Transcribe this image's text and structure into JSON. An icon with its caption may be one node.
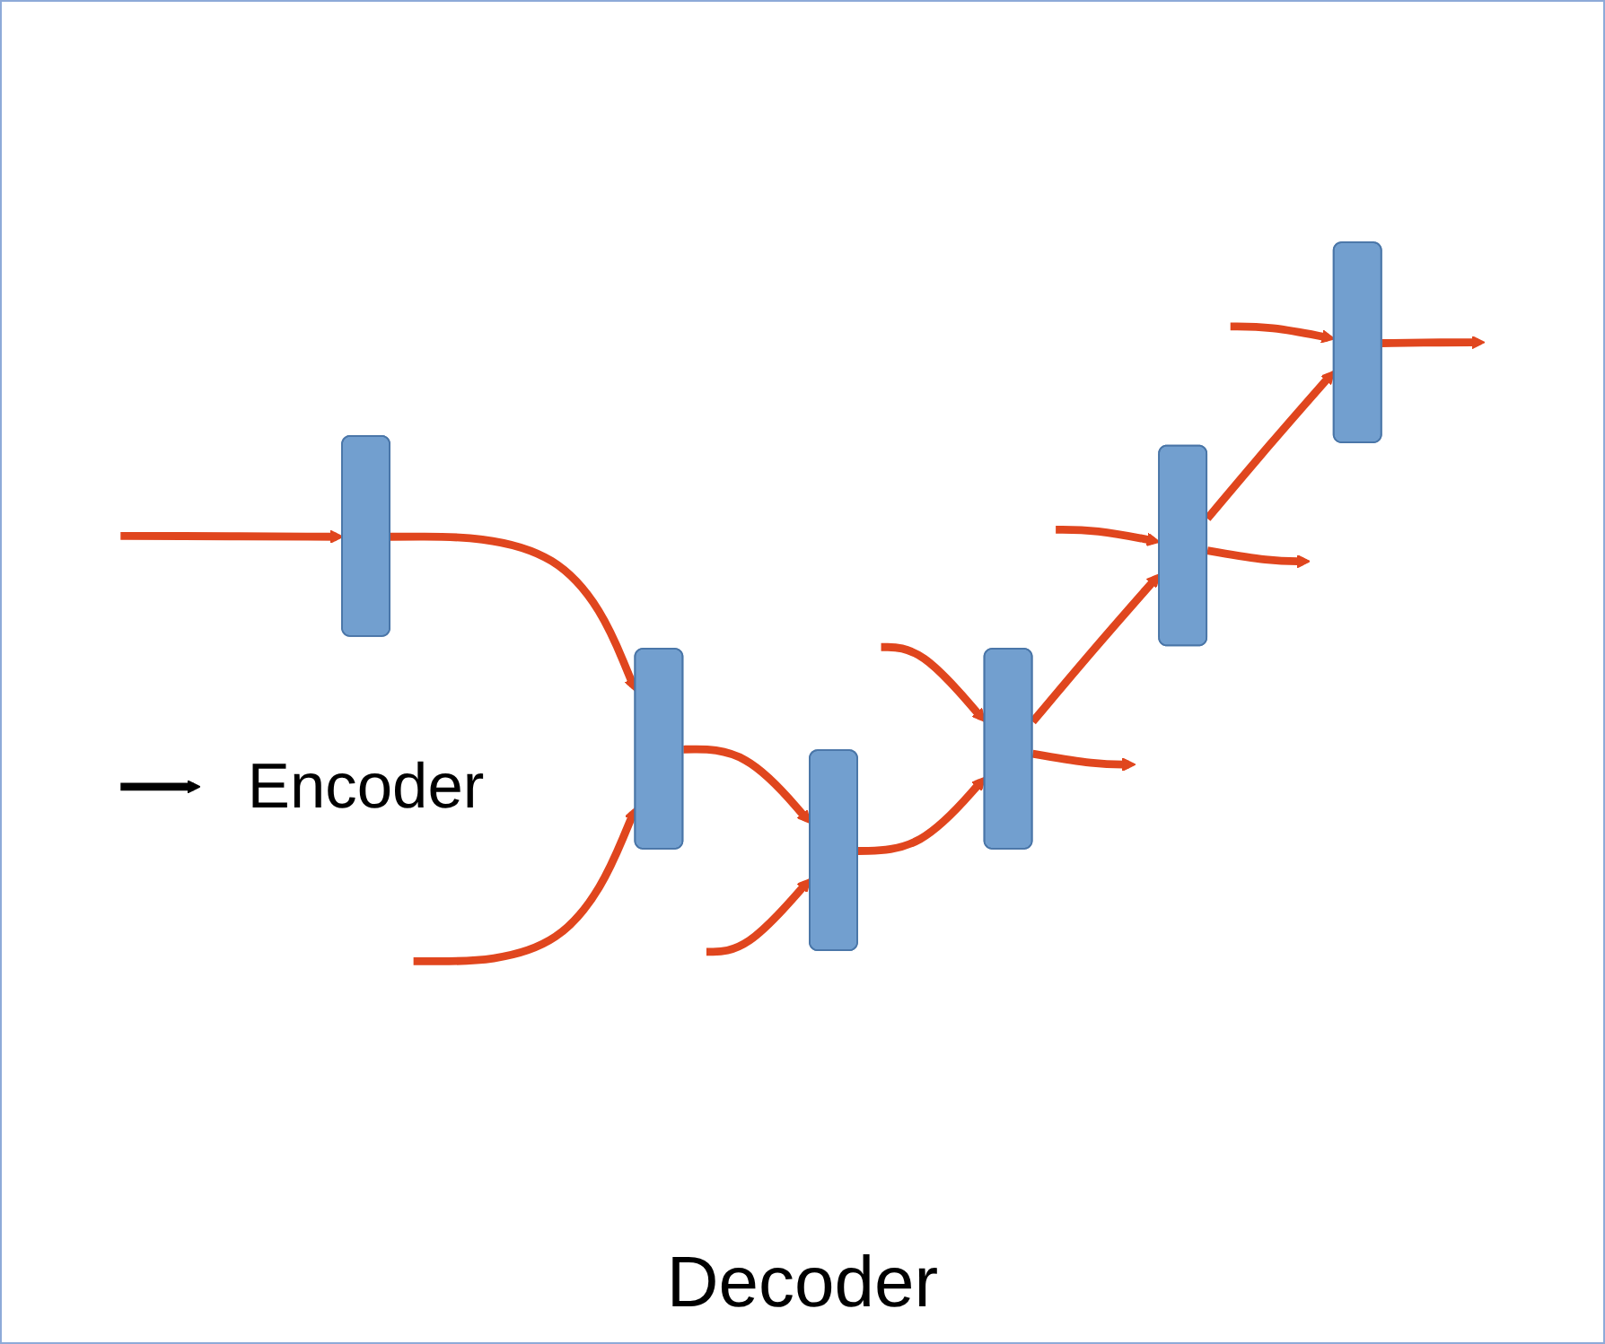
{
  "diagram": {
    "nodes": [
      {
        "text": [],
        "shape": "box"
      },
      {
        "text": [],
        "shape": "box"
      },
      {
        "text": [],
        "shape": "box"
      },
      {
        "text": [],
        "shape": "box"
      },
      {
        "text": [],
        "shape": "box"
      },
      {
        "text": [],
        "shape": "box"
      },
      {
        "text": [
          "Encoder"
        ]
      }
    ],
    "edges": [
      {
        "from": null,
        "to": 0,
        "arrow": "to"
      },
      {
        "from": null,
        "to": 1,
        "arrow": "to"
      },
      {
        "from": null,
        "to": 2,
        "arrow": "to"
      },
      {
        "from": 0,
        "to": 1,
        "arrow": "to"
      },
      {
        "from": 1,
        "to": 2,
        "arrow": "to"
      },
      {
        "from": 2,
        "to": 3,
        "arrow": "to"
      },
      {
        "from": 3,
        "to": 4,
        "arrow": "to"
      },
      {
        "from": 4,
        "to": 5,
        "arrow": "to"
      },
      {
        "from": null,
        "to": 3,
        "arrow": "to"
      },
      {
        "from": null,
        "to": 4,
        "arrow": "to"
      },
      {
        "from": null,
        "to": 5,
        "arrow": "to"
      },
      {
        "from": 3,
        "to": null,
        "arrow": "to"
      },
      {
        "from": 4,
        "to": null,
        "arrow": "to"
      },
      {
        "from": 5,
        "to": null,
        "arrow": "to"
      },
      {
        "from": null,
        "to": 6,
        "arrow": "to",
        "color": "#000000"
      }
    ],
    "labels": [
      "Decoder"
    ]
  }
}
